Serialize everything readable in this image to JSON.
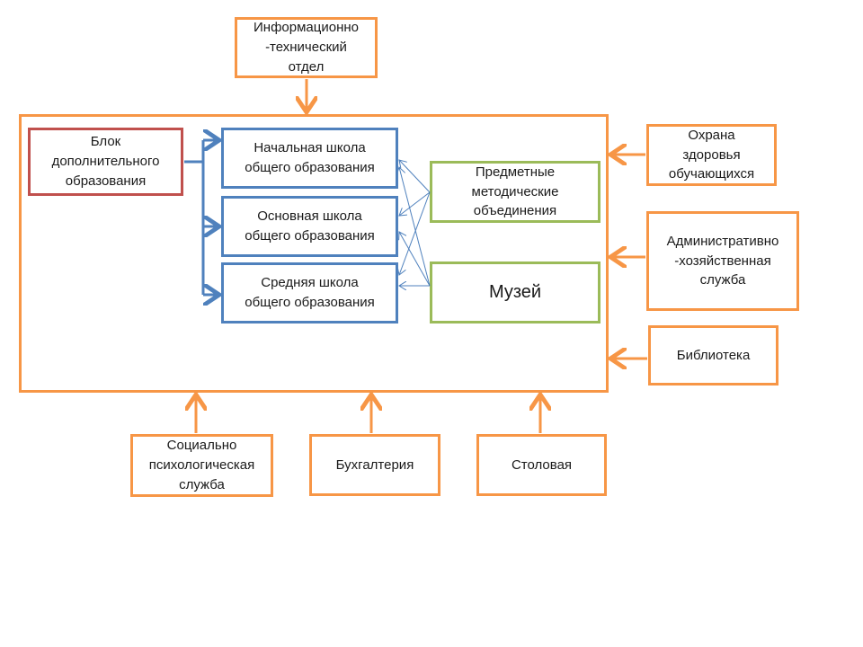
{
  "colors": {
    "orange": "#f79646",
    "blue": "#4f81bd",
    "green": "#9bbb59",
    "red": "#c0504d"
  },
  "top": {
    "it_department": "Информационно\n-технический\nотдел"
  },
  "left": {
    "additional_education": "Блок\nдополнительного\nобразования"
  },
  "schools": {
    "primary": "Начальная школа\nобщего образования",
    "basic": "Основная школа\nобщего образования",
    "secondary": "Средняя школа\nобщего образования"
  },
  "units": {
    "method_associations": "Предметные\nметодические\nобъединения",
    "museum": "Музей"
  },
  "right": {
    "health": "Охрана\nздоровья\nобучающихся",
    "admin": "Административно\n-хозяйственная\nслужба",
    "library": "Библиотека"
  },
  "bottom": {
    "social_psych": "Социально\nпсихологическая\nслужба",
    "accounting": "Бухгалтерия",
    "canteen": "Столовая"
  }
}
